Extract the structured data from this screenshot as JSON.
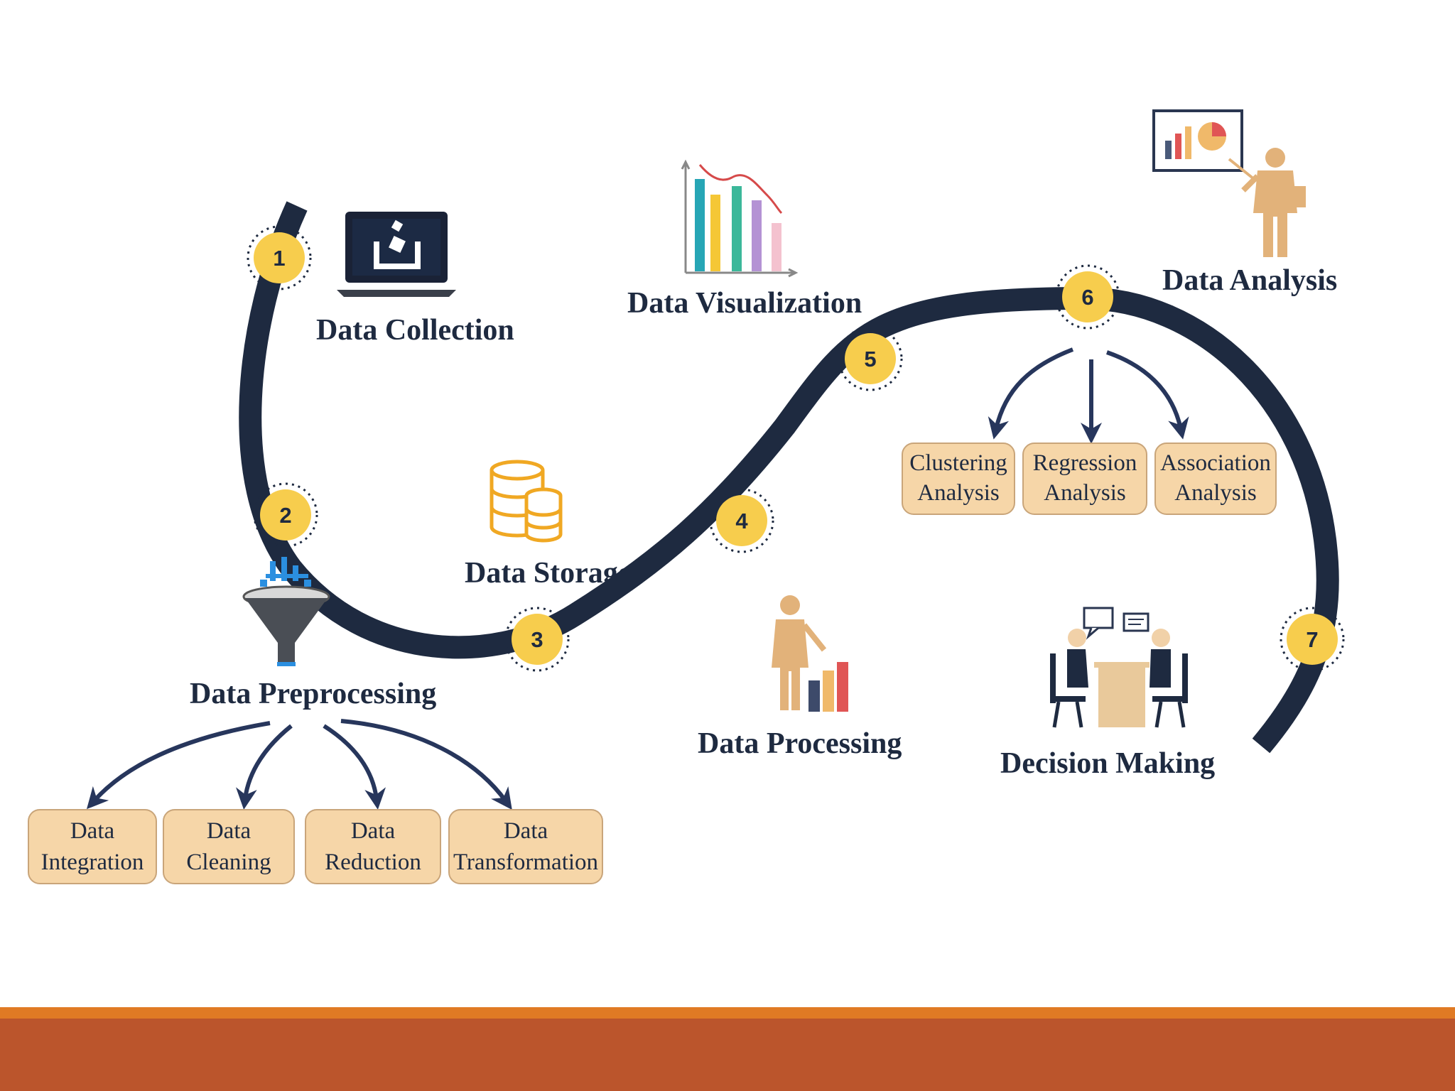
{
  "nodes": [
    "1",
    "2",
    "3",
    "4",
    "5",
    "6",
    "7"
  ],
  "stages": {
    "collection": "Data Collection",
    "preprocessing": "Data Preprocessing",
    "storage": "Data Storage",
    "processing": "Data Processing",
    "visualization": "Data Visualization",
    "analysis": "Data Analysis",
    "decision": "Decision Making"
  },
  "preprocessing_steps": [
    {
      "line1": "Data",
      "line2": "Integration"
    },
    {
      "line1": "Data",
      "line2": "Cleaning"
    },
    {
      "line1": "Data",
      "line2": "Reduction"
    },
    {
      "line1": "Data",
      "line2": "Transformation"
    }
  ],
  "analysis_types": [
    {
      "line1": "Clustering",
      "line2": "Analysis"
    },
    {
      "line1": "Regression",
      "line2": "Analysis"
    },
    {
      "line1": "Association",
      "line2": "Analysis"
    }
  ],
  "icons": [
    "laptop-upload-icon",
    "funnel-icon",
    "database-icon",
    "bar-chart-icon",
    "presenter-icon",
    "meeting-icon",
    "business-person-icon"
  ],
  "colors": {
    "path": "#1e2a40",
    "node": "#f7cd4d",
    "box": "#f6d6a8",
    "footer_line": "#e07a24",
    "footer_band": "#bb552c"
  }
}
